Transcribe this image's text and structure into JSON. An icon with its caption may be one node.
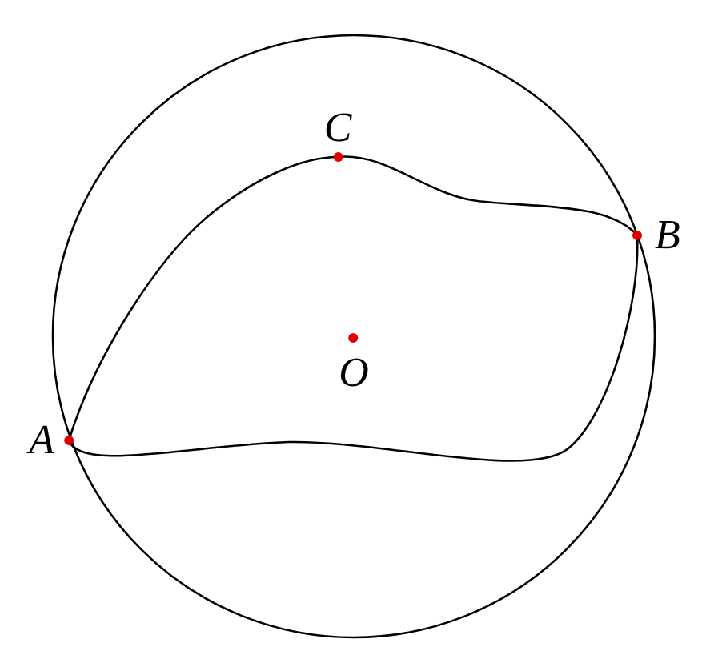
{
  "diagram": {
    "nodes": [
      {
        "text": [
          "C"
        ]
      },
      {
        "text": [
          "B"
        ]
      },
      {
        "text": [
          "O"
        ]
      },
      {
        "text": [
          "A"
        ]
      }
    ],
    "edges": [
      {
        "from": 3,
        "to": 0,
        "arrow": "none"
      },
      {
        "from": 0,
        "to": 1,
        "arrow": "none"
      },
      {
        "from": 1,
        "to": 3,
        "arrow": "none"
      }
    ]
  }
}
